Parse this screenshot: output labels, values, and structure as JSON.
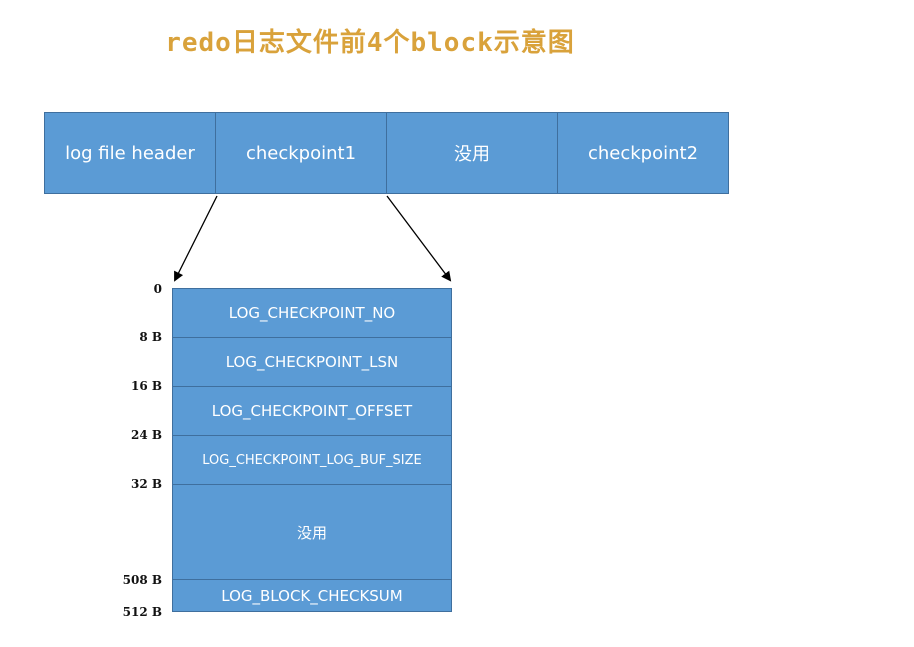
{
  "title": "redo日志文件前4个block示意图",
  "top_blocks": [
    "log file header",
    "checkpoint1",
    "没用",
    "checkpoint2"
  ],
  "checkpoint_fields": [
    "LOG_CHECKPOINT_NO",
    "LOG_CHECKPOINT_LSN",
    "LOG_CHECKPOINT_OFFSET",
    "LOG_CHECKPOINT_LOG_BUF_SIZE",
    "没用",
    "LOG_BLOCK_CHECKSUM"
  ],
  "offsets": [
    "0",
    "8 B",
    "16 B",
    "24 B",
    "32 B",
    "508 B",
    "512 B"
  ],
  "colors": {
    "block_fill": "#5b9bd5",
    "block_border": "#3f6f9e",
    "title": "#d9a23b"
  }
}
